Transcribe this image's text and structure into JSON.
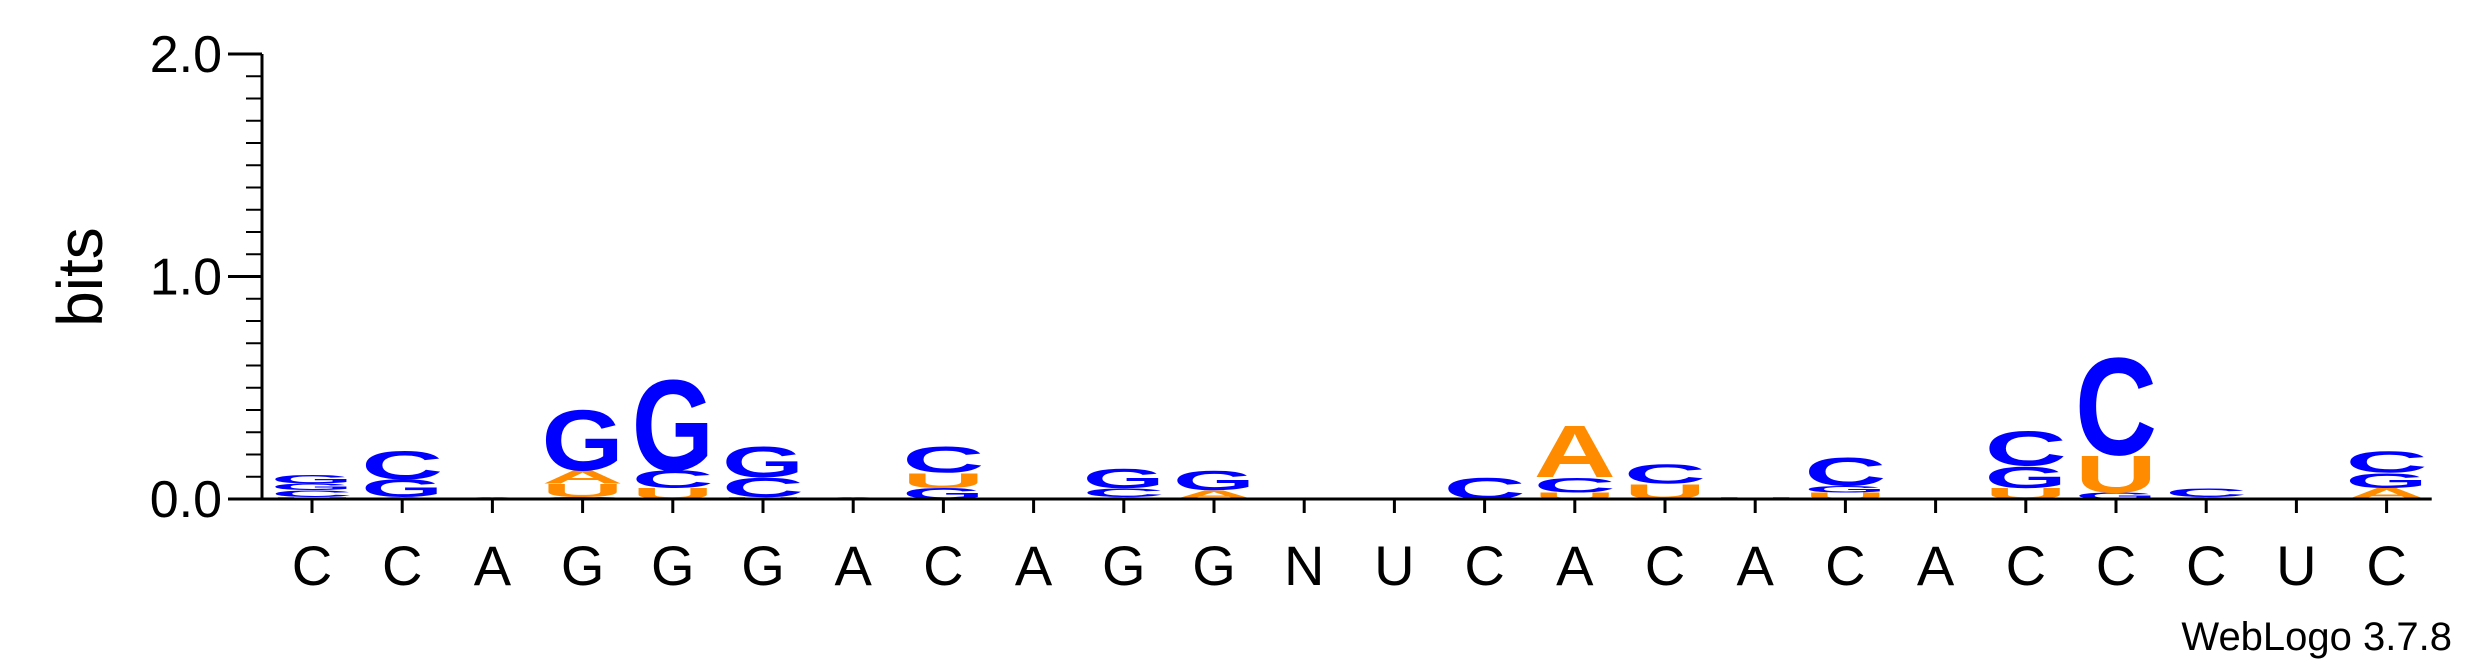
{
  "chart_data": {
    "type": "sequence-logo",
    "ylabel": "bits",
    "ylim": [
      0,
      2.0
    ],
    "yticks": [
      "0.0",
      "1.0",
      "2.0"
    ],
    "credit": "WebLogo 3.7.8",
    "colors": {
      "A": "#ff8c00",
      "U": "#ff8c00",
      "C": "#0000ff",
      "G": "#0000ff"
    },
    "positions": [
      "C",
      "C",
      "A",
      "G",
      "G",
      "G",
      "A",
      "C",
      "A",
      "G",
      "G",
      "N",
      "U",
      "C",
      "A",
      "C",
      "A",
      "C",
      "A",
      "C",
      "C",
      "C",
      "U",
      "C"
    ],
    "stacks": [
      [
        {
          "letter": "U",
          "value": 0.01
        },
        {
          "letter": "C",
          "value": 0.03
        },
        {
          "letter": "G",
          "value": 0.03
        },
        {
          "letter": "G",
          "value": 0.04
        }
      ],
      [
        {
          "letter": "A",
          "value": 0.01
        },
        {
          "letter": "G",
          "value": 0.08
        },
        {
          "letter": "C",
          "value": 0.13
        }
      ],
      [
        {
          "letter": "A",
          "value": 0.01
        }
      ],
      [
        {
          "letter": "G",
          "value": 0.01
        },
        {
          "letter": "U",
          "value": 0.06
        },
        {
          "letter": "A",
          "value": 0.06
        },
        {
          "letter": "G",
          "value": 0.28
        }
      ],
      [
        {
          "letter": "U",
          "value": 0.05
        },
        {
          "letter": "C",
          "value": 0.08
        },
        {
          "letter": "G",
          "value": 0.42
        }
      ],
      [
        {
          "letter": "U",
          "value": 0.01
        },
        {
          "letter": "C",
          "value": 0.09
        },
        {
          "letter": "G",
          "value": 0.14
        }
      ],
      [
        {
          "letter": "A",
          "value": 0.01
        }
      ],
      [
        {
          "letter": "G",
          "value": 0.05
        },
        {
          "letter": "U",
          "value": 0.07
        },
        {
          "letter": "C",
          "value": 0.12
        }
      ],
      [],
      [
        {
          "letter": "A",
          "value": 0.01
        },
        {
          "letter": "C",
          "value": 0.04
        },
        {
          "letter": "G",
          "value": 0.09
        }
      ],
      [
        {
          "letter": "A",
          "value": 0.04
        },
        {
          "letter": "G",
          "value": 0.09
        }
      ],
      [],
      [],
      [
        {
          "letter": "C",
          "value": 0.1
        }
      ],
      [
        {
          "letter": "U",
          "value": 0.03
        },
        {
          "letter": "C",
          "value": 0.07
        },
        {
          "letter": "A",
          "value": 0.24
        }
      ],
      [
        {
          "letter": "U",
          "value": 0.07
        },
        {
          "letter": "C",
          "value": 0.09
        }
      ],
      [
        {
          "letter": "U",
          "value": 0.01
        }
      ],
      [
        {
          "letter": "U",
          "value": 0.03
        },
        {
          "letter": "G",
          "value": 0.03
        },
        {
          "letter": "C",
          "value": 0.13
        }
      ],
      [],
      [
        {
          "letter": "U",
          "value": 0.05
        },
        {
          "letter": "G",
          "value": 0.1
        },
        {
          "letter": "C",
          "value": 0.16
        }
      ],
      [
        {
          "letter": "G",
          "value": 0.03
        },
        {
          "letter": "U",
          "value": 0.17
        },
        {
          "letter": "C",
          "value": 0.45
        }
      ],
      [
        {
          "letter": "A",
          "value": 0.01
        },
        {
          "letter": "C",
          "value": 0.04
        }
      ],
      [],
      [
        {
          "letter": "A",
          "value": 0.05
        },
        {
          "letter": "G",
          "value": 0.07
        },
        {
          "letter": "C",
          "value": 0.1
        }
      ]
    ]
  }
}
